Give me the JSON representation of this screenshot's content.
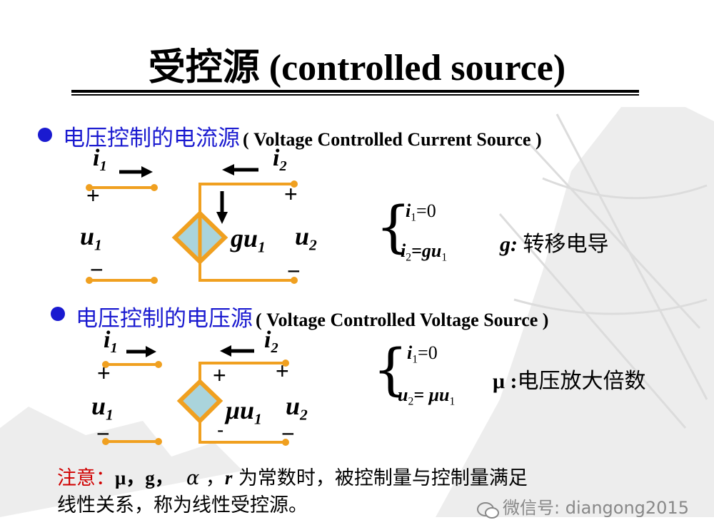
{
  "slide": {
    "title": "受控源 (controlled source)"
  },
  "vccs": {
    "heading_cn": "电压控制的电流源",
    "heading_en": "( Voltage  Controlled Current Source )",
    "i1": "i",
    "i2": "i",
    "u1": "u",
    "u2": "u",
    "plus": "+",
    "minus": "−",
    "source_label": "gu",
    "eq1_rhs": "=0",
    "eq2_rhs": "=gu",
    "param_symbol": "g:",
    "param_desc": "转移电导"
  },
  "vcvs": {
    "heading_cn": "电压控制的电压源",
    "heading_en": "( Voltage  Controlled Voltage Source )",
    "i1": "i",
    "i2": "i",
    "u1": "u",
    "u2": "u",
    "plus": "+",
    "minus": "−",
    "inner_plus": "+",
    "inner_minus": "-",
    "source_label": "μu",
    "eq1_rhs": "=0",
    "eq2_rhs": "= μu",
    "param_symbol": "μ :",
    "param_desc": "电压放大倍数"
  },
  "note": {
    "label": "注意：",
    "symbols": "μ，g，",
    "alpha": "α",
    "comma": "，",
    "r": "r",
    "line1_rest": "为常数时，被控制量与控制量满足",
    "line2": "线性关系，称为线性受控源。"
  },
  "watermark": "微信号: diangong2015",
  "colors": {
    "accent_blue": "#1a1ad0",
    "wire_orange": "#f0a020",
    "source_fill": "#aad4dc",
    "note_red": "#d00000"
  }
}
